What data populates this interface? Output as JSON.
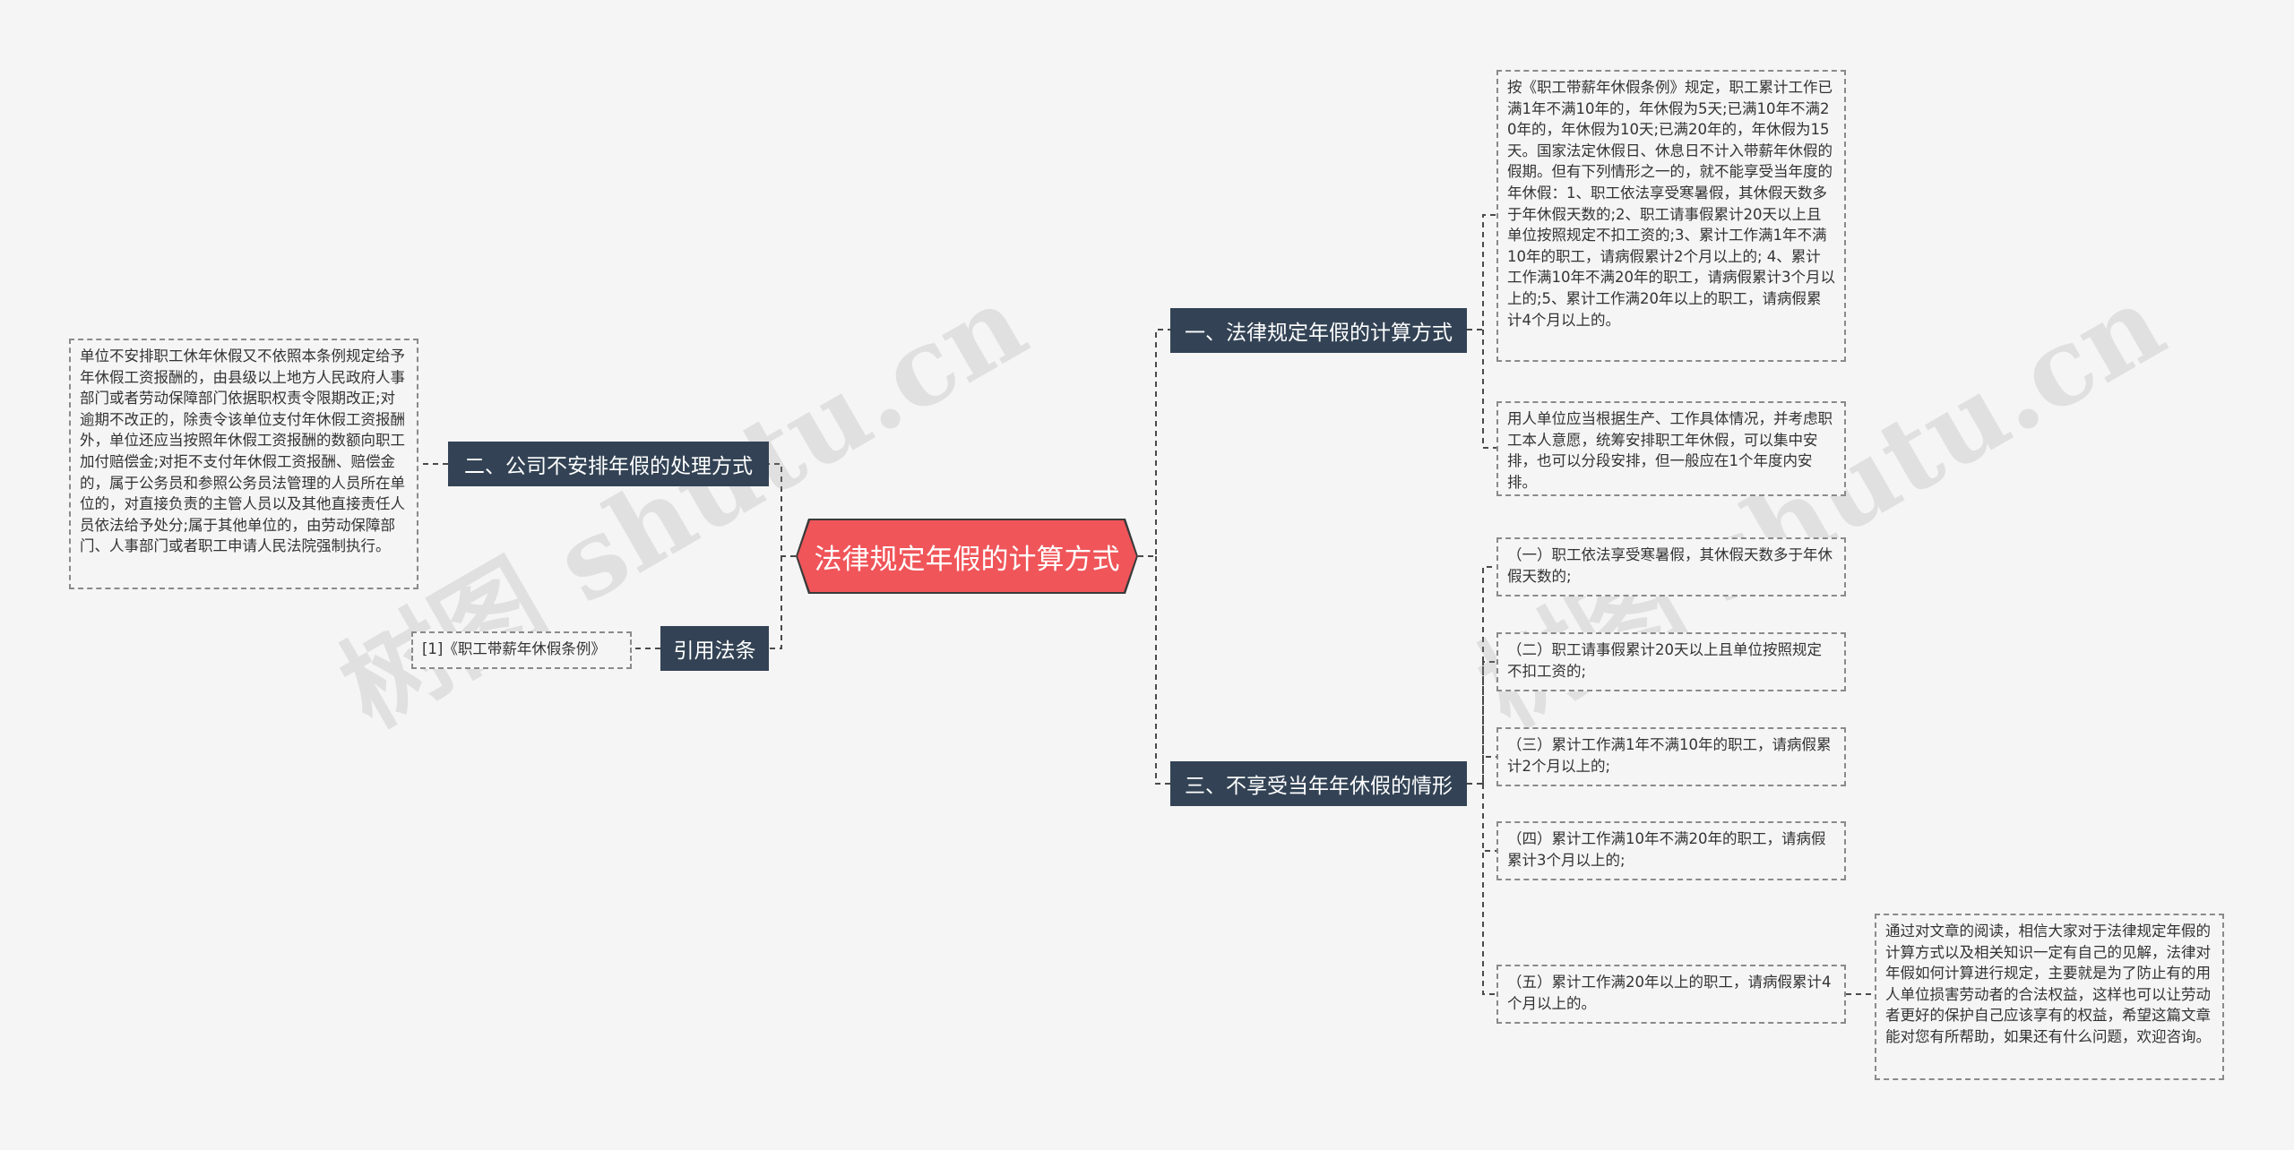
{
  "root": {
    "label": "法律规定年假的计算方式"
  },
  "topics": {
    "t1": "一、法律规定年假的计算方式",
    "t2": "二、公司不安排年假的处理方式",
    "t3": "三、不享受当年年休假的情形",
    "t4": "引用法条"
  },
  "notes": {
    "t1_a": "按《职工带薪年休假条例》规定，职工累计工作已满1年不满10年的，年休假为5天;已满10年不满20年的，年休假为10天;已满20年的，年休假为15天。国家法定休假日、休息日不计入带薪年休假的假期。但有下列情形之一的，就不能享受当年度的年休假：1、职工依法享受寒暑假，其休假天数多于年休假天数的;2、职工请事假累计20天以上且单位按照规定不扣工资的;3、累计工作满1年不满10年的职工，请病假累计2个月以上的; 4、累计工作满10年不满20年的职工，请病假累计3个月以上的;5、累计工作满20年以上的职工，请病假累计4个月以上的。",
    "t1_b": "用人单位应当根据生产、工作具体情况，并考虑职工本人意愿，统筹安排职工年休假，可以集中安排，也可以分段安排，但一般应在1个年度内安排。",
    "t2_a": "单位不安排职工休年休假又不依照本条例规定给予年休假工资报酬的，由县级以上地方人民政府人事部门或者劳动保障部门依据职权责令限期改正;对逾期不改正的，除责令该单位支付年休假工资报酬外，单位还应当按照年休假工资报酬的数额向职工加付赔偿金;对拒不支付年休假工资报酬、赔偿金的，属于公务员和参照公务员法管理的人员所在单位的，对直接负责的主管人员以及其他直接责任人员依法给予处分;属于其他单位的，由劳动保障部门、人事部门或者职工申请人民法院强制执行。",
    "t3_1": "（一）职工依法享受寒暑假，其休假天数多于年休假天数的;",
    "t3_2": "（二）职工请事假累计20天以上且单位按照规定不扣工资的;",
    "t3_3": "（三）累计工作满1年不满10年的职工，请病假累计2个月以上的;",
    "t3_4": "（四）累计工作满10年不满20年的职工，请病假累计3个月以上的;",
    "t3_5": "（五）累计工作满20年以上的职工，请病假累计4个月以上的。",
    "t3_5_sub": "通过对文章的阅读，相信大家对于法律规定年假的计算方式以及相关知识一定有自己的见解，法律对年假如何计算进行规定，主要就是为了防止有的用人单位损害劳动者的合法权益，这样也可以让劳动者更好的保护自己应该享有的权益，希望这篇文章能对您有所帮助，如果还有什么问题，欢迎咨询。",
    "t4_a": "[1]《职工带薪年休假条例》"
  },
  "watermarks": [
    "树图 shutu.cn",
    "树图 shutu.cn"
  ],
  "colors": {
    "root": "#f05559",
    "topic": "#334355",
    "background": "#f5f5f5"
  }
}
